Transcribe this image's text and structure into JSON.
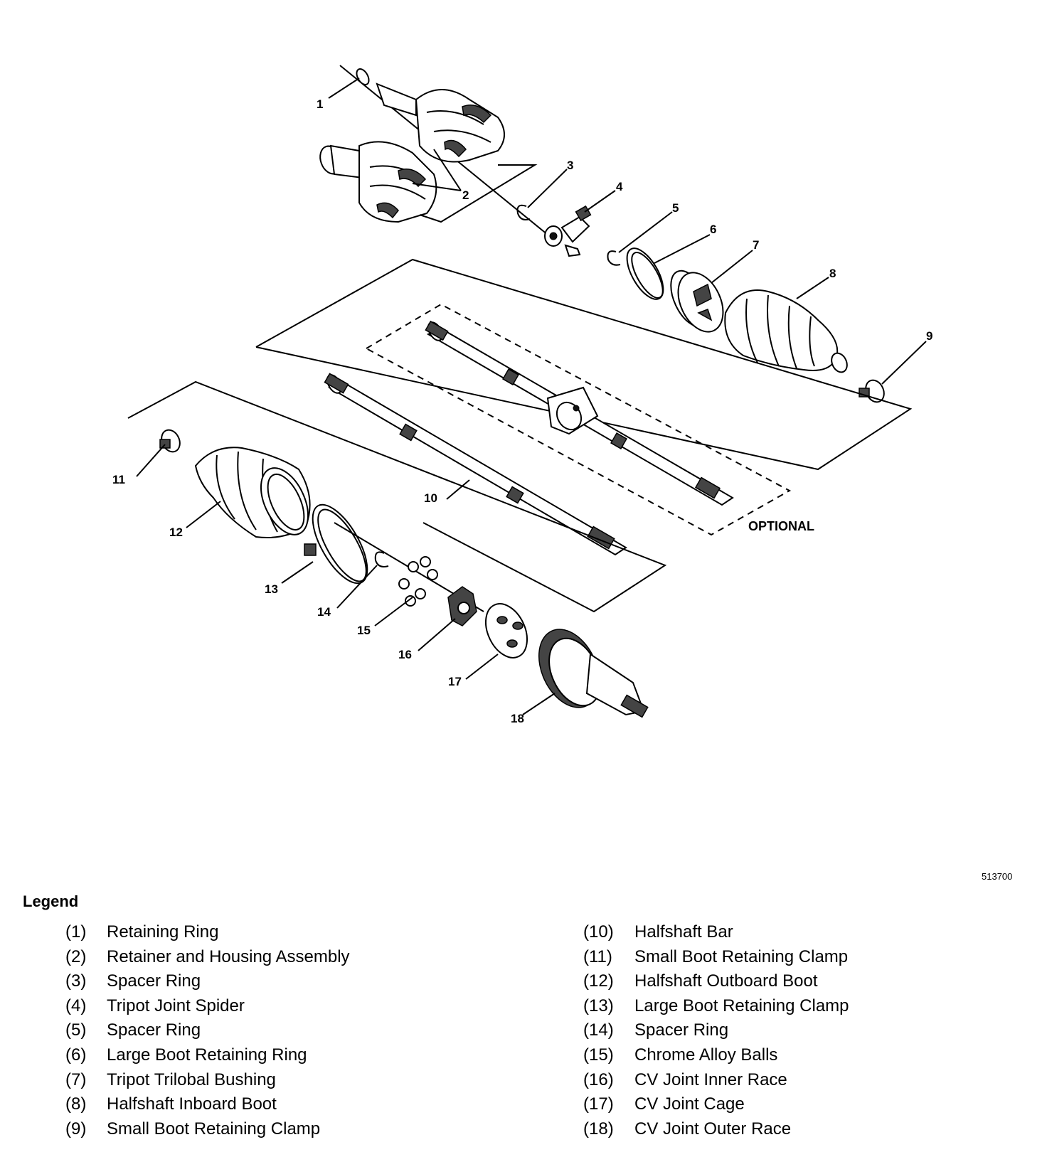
{
  "diagram": {
    "callouts": [
      "1",
      "2",
      "3",
      "4",
      "5",
      "6",
      "7",
      "8",
      "9",
      "10",
      "11",
      "12",
      "13",
      "14",
      "15",
      "16",
      "17",
      "18"
    ],
    "optional_label": "OPTIONAL",
    "figure_id": "513700"
  },
  "legend": {
    "title": "Legend",
    "items": [
      {
        "num": "(1)",
        "label": "Retaining Ring"
      },
      {
        "num": "(2)",
        "label": "Retainer and Housing Assembly"
      },
      {
        "num": "(3)",
        "label": "Spacer Ring"
      },
      {
        "num": "(4)",
        "label": "Tripot Joint Spider"
      },
      {
        "num": "(5)",
        "label": "Spacer Ring"
      },
      {
        "num": "(6)",
        "label": "Large Boot Retaining Ring"
      },
      {
        "num": "(7)",
        "label": "Tripot Trilobal Bushing"
      },
      {
        "num": "(8)",
        "label": "Halfshaft Inboard Boot"
      },
      {
        "num": "(9)",
        "label": "Small Boot Retaining Clamp"
      },
      {
        "num": "(10)",
        "label": "Halfshaft Bar"
      },
      {
        "num": "(11)",
        "label": "Small Boot Retaining Clamp"
      },
      {
        "num": "(12)",
        "label": "Halfshaft Outboard Boot"
      },
      {
        "num": "(13)",
        "label": "Large Boot Retaining Clamp"
      },
      {
        "num": "(14)",
        "label": "Spacer Ring"
      },
      {
        "num": "(15)",
        "label": "Chrome Alloy Balls"
      },
      {
        "num": "(16)",
        "label": "CV Joint Inner Race"
      },
      {
        "num": "(17)",
        "label": "CV Joint Cage"
      },
      {
        "num": "(18)",
        "label": "CV Joint Outer Race"
      }
    ]
  }
}
